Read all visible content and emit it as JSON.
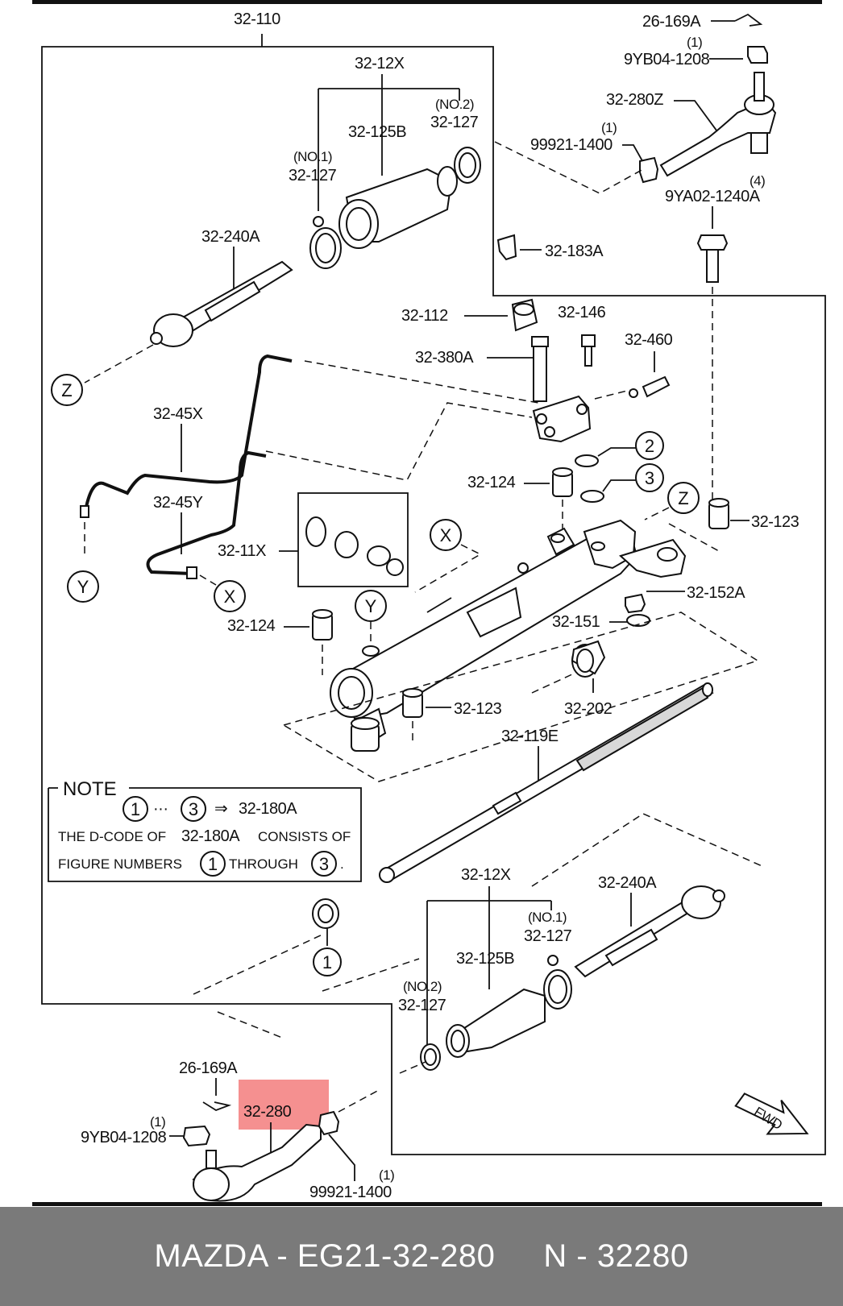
{
  "labels": {
    "assembly": "32-110",
    "boot_set_top": "32-12X",
    "boot_top": "32-125B",
    "clamp_top_no2_tag": "(NO.2)",
    "clamp_top_no2": "32-127",
    "clamp_top_no1_tag": "(NO.1)",
    "clamp_top_no1": "32-127",
    "tie_rod_top": "32-240A",
    "cotter_top": "26-169A",
    "nut_qty_top": "(1)",
    "nut_top": "9YB04-1208",
    "tie_end_top": "32-280Z",
    "locknut_qty_top": "(1)",
    "locknut_top": "99921-1400",
    "bolt_qty": "(4)",
    "bolt": "9YA02-1240A",
    "bracket": "32-183A",
    "seal_kit": "32-112",
    "pinion": "32-380A",
    "plug": "32-146",
    "valve": "32-460",
    "pipe_x": "32-45X",
    "pipe_y": "32-45Y",
    "mount_left_top": "32-124",
    "mount_right": "32-123",
    "yoke_kit": "32-11X",
    "nut_152": "32-152A",
    "washer_151": "32-151",
    "mount_left_bottom": "32-124",
    "mount_bottom": "32-123",
    "bushing": "32-202",
    "rack": "32-119E",
    "boot_set_bottom": "32-12X",
    "tie_rod_bottom": "32-240A",
    "clamp_bot_no1_tag": "(NO.1)",
    "clamp_bot_no1": "32-127",
    "boot_bottom": "32-125B",
    "clamp_bot_no2_tag": "(NO.2)",
    "clamp_bot_no2": "32-127",
    "cotter_bottom": "26-169A",
    "nut_qty_bottom": "(1)",
    "nut_bottom": "9YB04-1208",
    "tie_end_bottom": "32-280",
    "locknut_bottom": "99921-1400",
    "locknut_qty_bottom": "(1)",
    "fwd": "FWD"
  },
  "circle_markers": {
    "z_left": "Z",
    "z_right": "Z",
    "y_left": "Y",
    "y_center": "Y",
    "x_left": "X",
    "x_center": "X",
    "ref_1": "1",
    "ref_2": "2",
    "ref_3": "3"
  },
  "note": {
    "title": "NOTE",
    "from": "1",
    "dots": "···",
    "to": "3",
    "arrow": "⇒",
    "dcode": "32-180A",
    "line2_a": "THE D-CODE OF",
    "line2_code": "32-180A",
    "line2_b": "CONSISTS OF",
    "line3_a": "FIGURE NUMBERS",
    "line3_n1": "1",
    "line3_b": "THROUGH",
    "line3_n2": "3",
    "line3_end": "."
  },
  "highlight_color": "#f26b6b",
  "footer": {
    "part": "MAZDA - EG21-32-280",
    "code": "N - 32280"
  }
}
